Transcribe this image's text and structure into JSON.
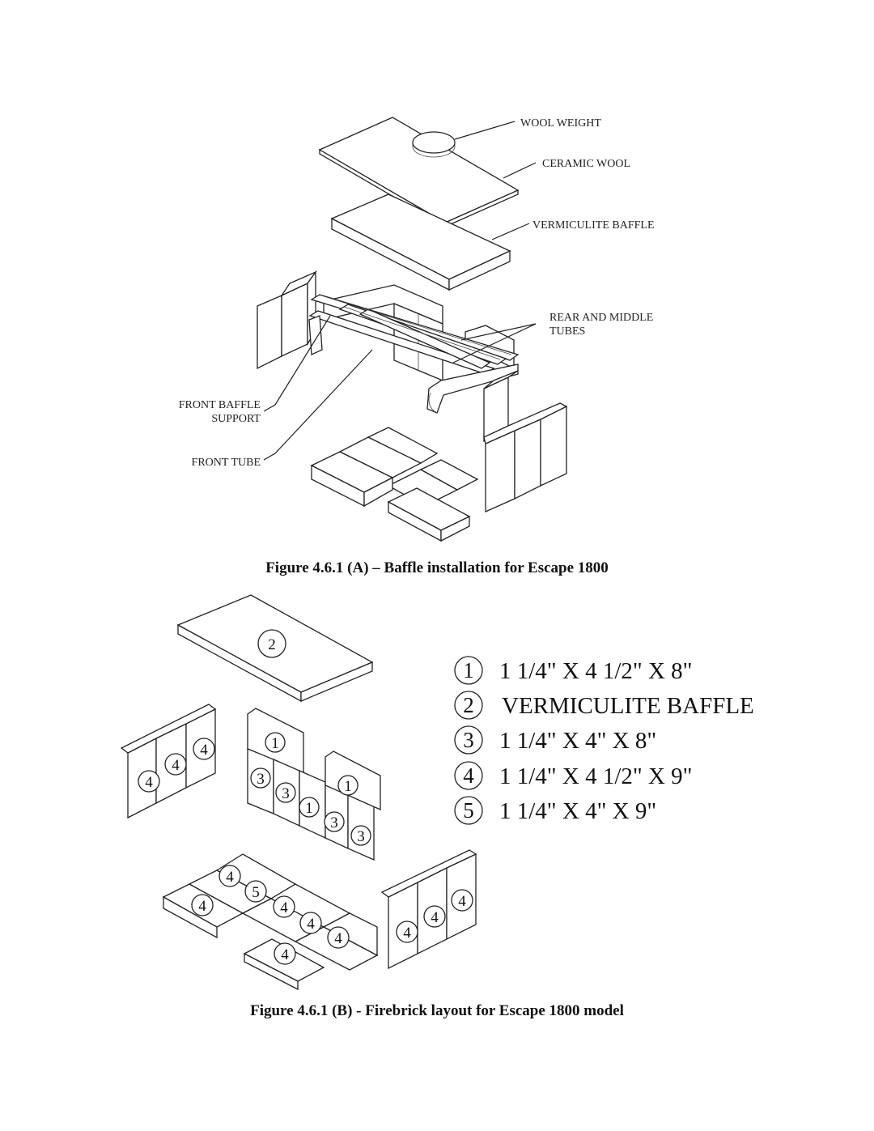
{
  "figure_a": {
    "caption": "Figure 4.6.1 (A) – Baffle installation for Escape 1800",
    "labels": {
      "wool_weight": "WOOL WEIGHT",
      "ceramic_wool": "CERAMIC WOOL",
      "vermiculite_baffle": "VERMICULITE BAFFLE",
      "rear_middle_1": "REAR AND MIDDLE",
      "rear_middle_2": "TUBES",
      "front_baffle_1": "FRONT BAFFLE",
      "front_baffle_2": "SUPPORT",
      "front_tube": "FRONT TUBE"
    }
  },
  "figure_b": {
    "caption": "Figure 4.6.1 (B) - Firebrick layout for Escape 1800 model",
    "legend": [
      {
        "num": "1",
        "text": "1 1/4\" X 4 1/2\" X 8\""
      },
      {
        "num": "2",
        "text": "VERMICULITE BAFFLE"
      },
      {
        "num": "3",
        "text": "1 1/4\" X 4\" X 8\""
      },
      {
        "num": "4",
        "text": "1 1/4\" X 4 1/2\" X 9\""
      },
      {
        "num": "5",
        "text": "1 1/4\" X 4\" X 9\""
      }
    ],
    "brick_numbers": {
      "baffle": "2",
      "left_wall": [
        "4",
        "4",
        "4"
      ],
      "back_top": [
        "1",
        "1"
      ],
      "back_mid": [
        "3",
        "3",
        "1",
        "3",
        "3"
      ],
      "floor": [
        "4",
        "5",
        "4",
        "4",
        "4",
        "4",
        "4"
      ],
      "right_wall": [
        "4",
        "4",
        "4"
      ]
    }
  }
}
